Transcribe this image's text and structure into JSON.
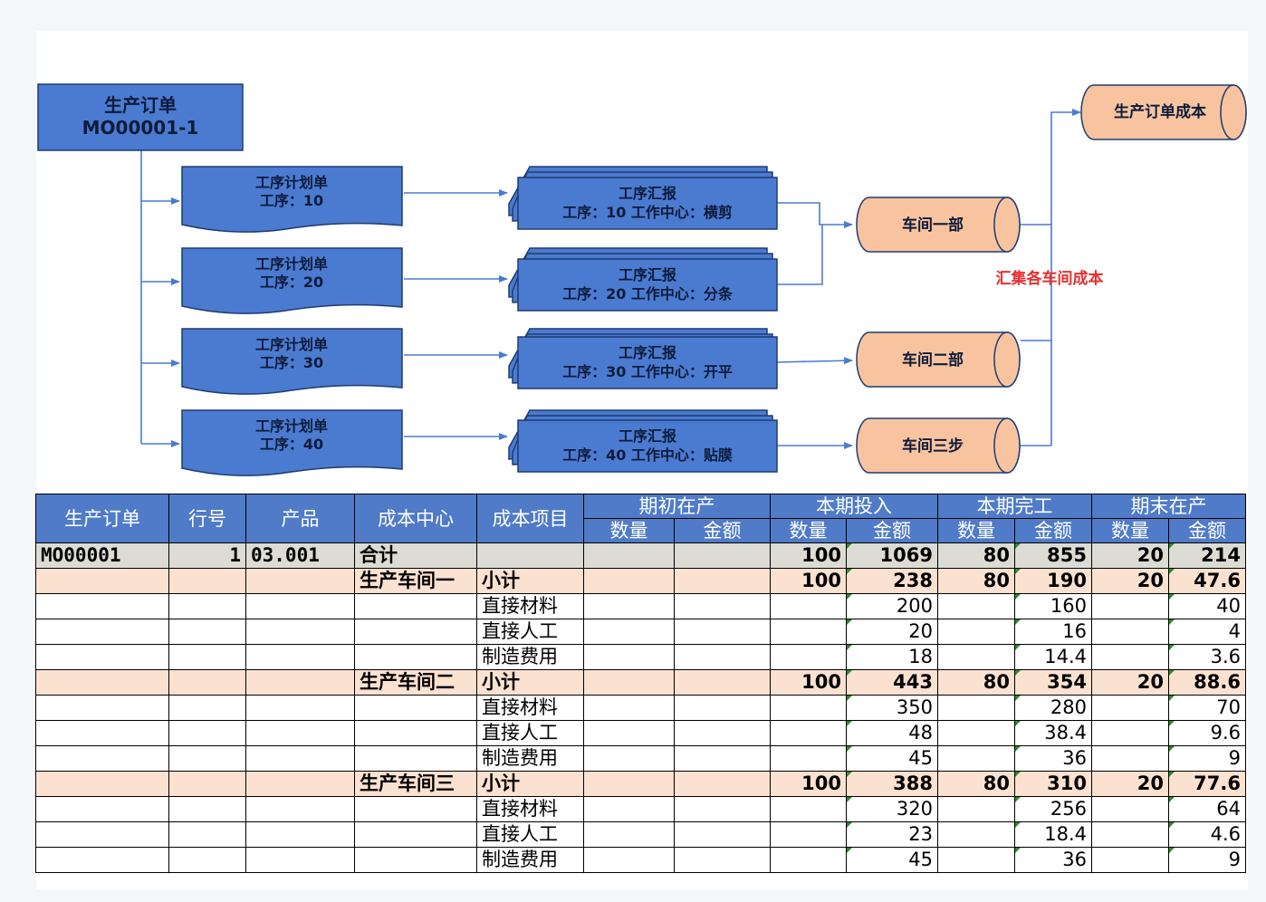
{
  "diagram": {
    "order_box": {
      "line1": "生产订单",
      "line2": "MO00001-1"
    },
    "plans": [
      {
        "line1": "工序计划单",
        "line2": "工序：10"
      },
      {
        "line1": "工序计划单",
        "line2": "工序：20"
      },
      {
        "line1": "工序计划单",
        "line2": "工序：30"
      },
      {
        "line1": "工序计划单",
        "line2": "工序：40"
      }
    ],
    "reports": [
      {
        "line1": "工序汇报",
        "line2": "工序：10 工作中心：横剪"
      },
      {
        "line1": "工序汇报",
        "line2": "工序：20 工作中心：分条"
      },
      {
        "line1": "工序汇报",
        "line2": "工序：30 工作中心：开平"
      },
      {
        "line1": "工序汇报",
        "line2": "工序：40 工作中心：贴膜"
      }
    ],
    "workshops": [
      "车间一部",
      "车间二部",
      "车间三步"
    ],
    "final_cost": "生产订单成本",
    "aggregate_label": "汇集各车间成本",
    "colors": {
      "process_blue": "#4a7bd0",
      "workshop_orange": "#f8c4a0",
      "label_red": "#e53030",
      "connector": "#4a7bd0"
    }
  },
  "table": {
    "headers": {
      "order": "生产订单",
      "line": "行号",
      "product": "产品",
      "cost_center": "成本中心",
      "cost_item": "成本项目",
      "groups": [
        "期初在产",
        "本期投入",
        "本期完工",
        "期末在产"
      ],
      "qty": "数量",
      "amount": "金额"
    },
    "rows": [
      {
        "type": "total",
        "order": "MO00001",
        "line": "1",
        "product": "03.001",
        "center": "合计",
        "item": "",
        "bq": "",
        "ba": "",
        "iq": "100",
        "ia": "1069",
        "cq": "80",
        "ca": "855",
        "eq": "20",
        "ea": "214"
      },
      {
        "type": "subtotal",
        "order": "",
        "line": "",
        "product": "",
        "center": "生产车间一",
        "item": "小计",
        "bq": "",
        "ba": "",
        "iq": "100",
        "ia": "238",
        "cq": "80",
        "ca": "190",
        "eq": "20",
        "ea": "47.6"
      },
      {
        "type": "detail",
        "order": "",
        "line": "",
        "product": "",
        "center": "",
        "item": "直接材料",
        "bq": "",
        "ba": "",
        "iq": "",
        "ia": "200",
        "cq": "",
        "ca": "160",
        "eq": "",
        "ea": "40"
      },
      {
        "type": "detail",
        "order": "",
        "line": "",
        "product": "",
        "center": "",
        "item": "直接人工",
        "bq": "",
        "ba": "",
        "iq": "",
        "ia": "20",
        "cq": "",
        "ca": "16",
        "eq": "",
        "ea": "4"
      },
      {
        "type": "detail",
        "order": "",
        "line": "",
        "product": "",
        "center": "",
        "item": "制造费用",
        "bq": "",
        "ba": "",
        "iq": "",
        "ia": "18",
        "cq": "",
        "ca": "14.4",
        "eq": "",
        "ea": "3.6"
      },
      {
        "type": "subtotal",
        "order": "",
        "line": "",
        "product": "",
        "center": "生产车间二",
        "item": "小计",
        "bq": "",
        "ba": "",
        "iq": "100",
        "ia": "443",
        "cq": "80",
        "ca": "354",
        "eq": "20",
        "ea": "88.6"
      },
      {
        "type": "detail",
        "order": "",
        "line": "",
        "product": "",
        "center": "",
        "item": "直接材料",
        "bq": "",
        "ba": "",
        "iq": "",
        "ia": "350",
        "cq": "",
        "ca": "280",
        "eq": "",
        "ea": "70"
      },
      {
        "type": "detail",
        "order": "",
        "line": "",
        "product": "",
        "center": "",
        "item": "直接人工",
        "bq": "",
        "ba": "",
        "iq": "",
        "ia": "48",
        "cq": "",
        "ca": "38.4",
        "eq": "",
        "ea": "9.6"
      },
      {
        "type": "detail",
        "order": "",
        "line": "",
        "product": "",
        "center": "",
        "item": "制造费用",
        "bq": "",
        "ba": "",
        "iq": "",
        "ia": "45",
        "cq": "",
        "ca": "36",
        "eq": "",
        "ea": "9"
      },
      {
        "type": "subtotal",
        "order": "",
        "line": "",
        "product": "",
        "center": "生产车间三",
        "item": "小计",
        "bq": "",
        "ba": "",
        "iq": "100",
        "ia": "388",
        "cq": "80",
        "ca": "310",
        "eq": "20",
        "ea": "77.6"
      },
      {
        "type": "detail",
        "order": "",
        "line": "",
        "product": "",
        "center": "",
        "item": "直接材料",
        "bq": "",
        "ba": "",
        "iq": "",
        "ia": "320",
        "cq": "",
        "ca": "256",
        "eq": "",
        "ea": "64"
      },
      {
        "type": "detail",
        "order": "",
        "line": "",
        "product": "",
        "center": "",
        "item": "直接人工",
        "bq": "",
        "ba": "",
        "iq": "",
        "ia": "23",
        "cq": "",
        "ca": "18.4",
        "eq": "",
        "ea": "4.6"
      },
      {
        "type": "detail",
        "order": "",
        "line": "",
        "product": "",
        "center": "",
        "item": "制造费用",
        "bq": "",
        "ba": "",
        "iq": "",
        "ia": "45",
        "cq": "",
        "ca": "36",
        "eq": "",
        "ea": "9"
      }
    ]
  }
}
